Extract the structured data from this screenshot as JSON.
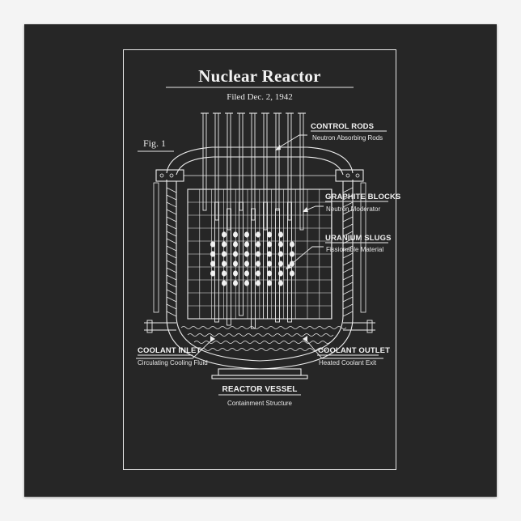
{
  "title": "Nuclear Reactor",
  "filed": "Filed Dec. 2, 1942",
  "figure_label": "Fig. 1",
  "callouts": {
    "control_rods": {
      "label": "CONTROL RODS",
      "desc": "Neutron Absorbing Rods"
    },
    "graphite_blocks": {
      "label": "GRAPHITE BLOCKS",
      "desc": "Neutron Moderator"
    },
    "uranium_slugs": {
      "label": "URANIUM SLUGS",
      "desc": "Fissionable Material"
    },
    "coolant_inlet": {
      "label": "COOLANT INLET",
      "desc": "Circulating Cooling Fluid"
    },
    "coolant_outlet": {
      "label": "COOLANT OUTLET",
      "desc": "Heated Coolant Exit"
    },
    "reactor_vessel": {
      "label": "REACTOR VESSEL",
      "desc": "Containment Structure"
    }
  },
  "colors": {
    "background": "#262626",
    "ink": "#f2f2f2",
    "mat": "#f4f4f4"
  }
}
